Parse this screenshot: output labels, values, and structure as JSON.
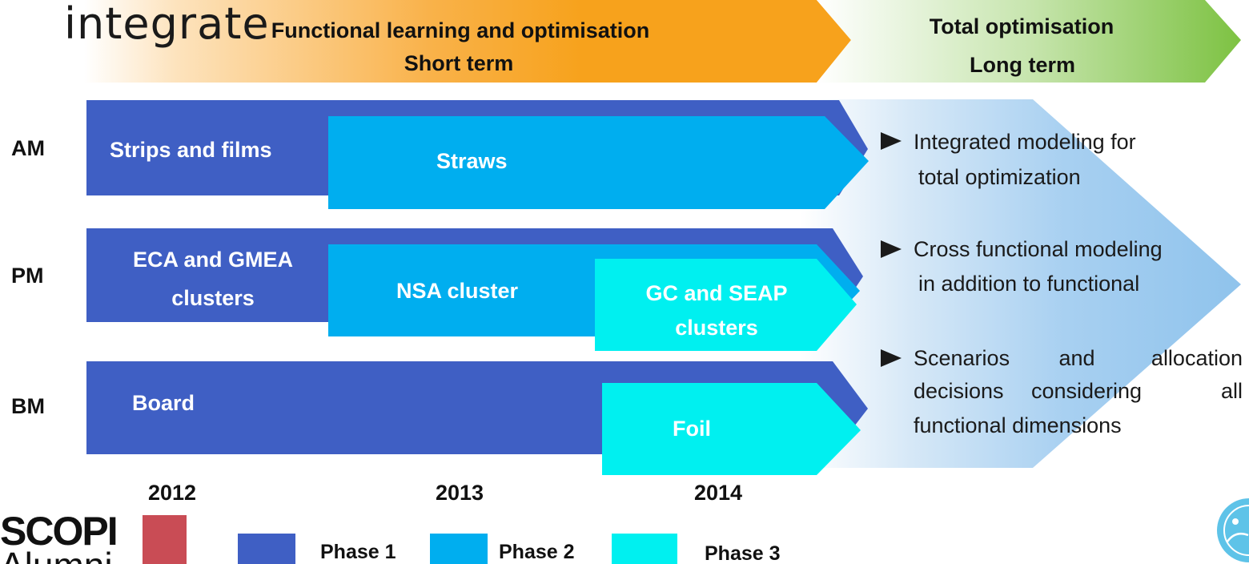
{
  "watermark": {
    "text": "integrate"
  },
  "header": {
    "short_term_line1": "Functional learning and optimisation",
    "short_term_line2": "Short term",
    "long_term_line1": "Total optimisation",
    "long_term_line2": "Long term"
  },
  "rows": {
    "am": {
      "label": "AM",
      "phase1": "Strips and films",
      "phase2": "Straws"
    },
    "pm": {
      "label": "PM",
      "phase1_line1": "ECA and GMEA",
      "phase1_line2": "clusters",
      "phase2": "NSA cluster",
      "phase3_line1": "GC and SEAP",
      "phase3_line2": "clusters"
    },
    "bm": {
      "label": "BM",
      "phase1": "Board",
      "phase3": "Foil"
    }
  },
  "notes": {
    "n1_line1": "Integrated modeling for",
    "n1_line2": "total optimization",
    "n2_line1": "Cross functional modeling",
    "n2_line2": "in addition to functional",
    "n3_line1_w1": "Scenarios",
    "n3_line1_w2": "and",
    "n3_line1_w3": "allocation",
    "n3_line2_w1": "decisions",
    "n3_line2_w2": "considering",
    "n3_line2_w3": "all",
    "n3_line3": "functional dimensions"
  },
  "years": [
    "2012",
    "2013",
    "2014"
  ],
  "legend": {
    "phase1": "Phase 1",
    "phase2": "Phase 2",
    "phase3": "Phase 3"
  },
  "logo": {
    "line1": "SCOPI",
    "line2": "Alumni"
  },
  "colors": {
    "phase1": "#3F5FC4",
    "phase2": "#00AEEF",
    "phase3": "#00F0F0",
    "short_term": "#F7A21C",
    "long_term": "#7DC242",
    "long_term_arrow": "#8FC3EC",
    "logo_red": "#C94C55"
  }
}
